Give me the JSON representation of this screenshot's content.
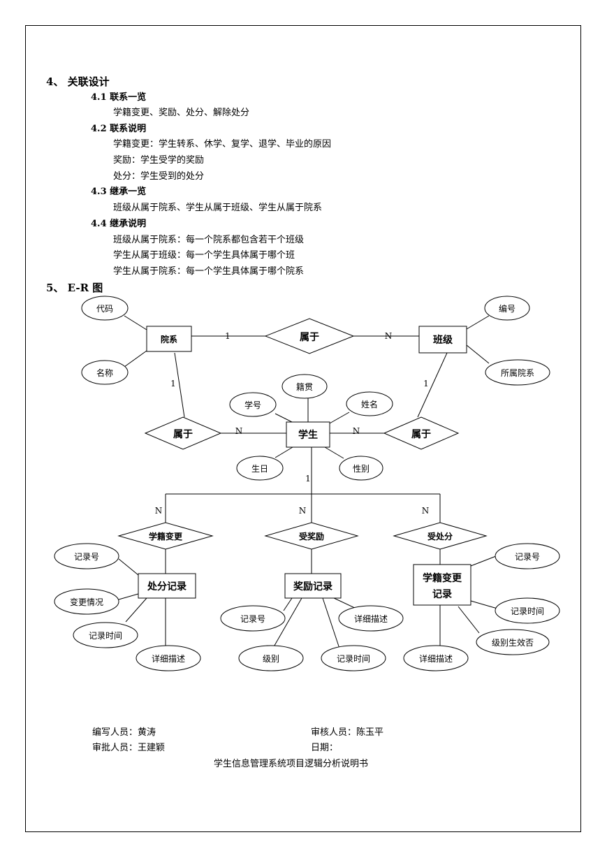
{
  "sections": {
    "s4_title": "4、  关联设计",
    "s41_title": "4.1 联系一览",
    "s41_text": "学籍变更、奖励、处分、解除处分",
    "s42_title": "4.2 联系说明",
    "s42_lines": [
      "学籍变更：学生转系、休学、复学、退学、毕业的原因",
      "奖励：学生受学的奖励",
      "处分：学生受到的处分"
    ],
    "s43_title": "4.3 继承一览",
    "s43_text": "班级从属于院系、学生从属于班级、学生从属于院系",
    "s44_title": "4.4 继承说明",
    "s44_lines": [
      "班级从属于院系：每一个院系都包含若干个班级",
      "学生从属于班级：每一个学生具体属于哪个班",
      "学生从属于院系：每一个学生具体属于哪个院系"
    ],
    "s5_title": "5、  E-R 图"
  },
  "er": {
    "entities": {
      "dept": "院系",
      "cls": "班级",
      "student": "学生",
      "punish": "处分记录",
      "reward": "奖励记录",
      "change_1": "学籍变更",
      "change_2": "记录"
    },
    "relations": {
      "belong_top": "属于",
      "belong_left": "属于",
      "belong_right": "属于",
      "change": "学籍变更",
      "reward": "受奖励",
      "punish": "受处分"
    },
    "attributes": {
      "dept_code": "代码",
      "dept_name": "名称",
      "cls_no": "编号",
      "cls_dept": "所属院系",
      "stu_origin": "籍贯",
      "stu_no": "学号",
      "stu_name": "姓名",
      "stu_birth": "生日",
      "stu_gender": "性别",
      "pun_recno": "记录号",
      "pun_change": "变更情况",
      "pun_time": "记录时间",
      "pun_desc": "详细描述",
      "rew_recno": "记录号",
      "rew_desc": "详细描述",
      "rew_level": "级别",
      "rew_time": "记录时间",
      "chg_recno": "记录号",
      "chg_time": "记录时间",
      "chg_effect": "级别生效否",
      "chg_desc": "详细描述"
    },
    "cardinalities": {
      "top_1": "1",
      "top_n": "N",
      "dept_1": "1",
      "cls_1": "1",
      "left_n": "N",
      "right_n": "N",
      "stu_1": "1",
      "n_change": "N",
      "n_reward": "N",
      "n_punish": "N"
    }
  },
  "footer": {
    "author": "编写人员：黄涛",
    "reviewer": "审核人员：陈玉平",
    "approver": "审批人员：王建颖",
    "date_label": "日期：",
    "doc_title": "学生信息管理系统项目逻辑分析说明书"
  }
}
